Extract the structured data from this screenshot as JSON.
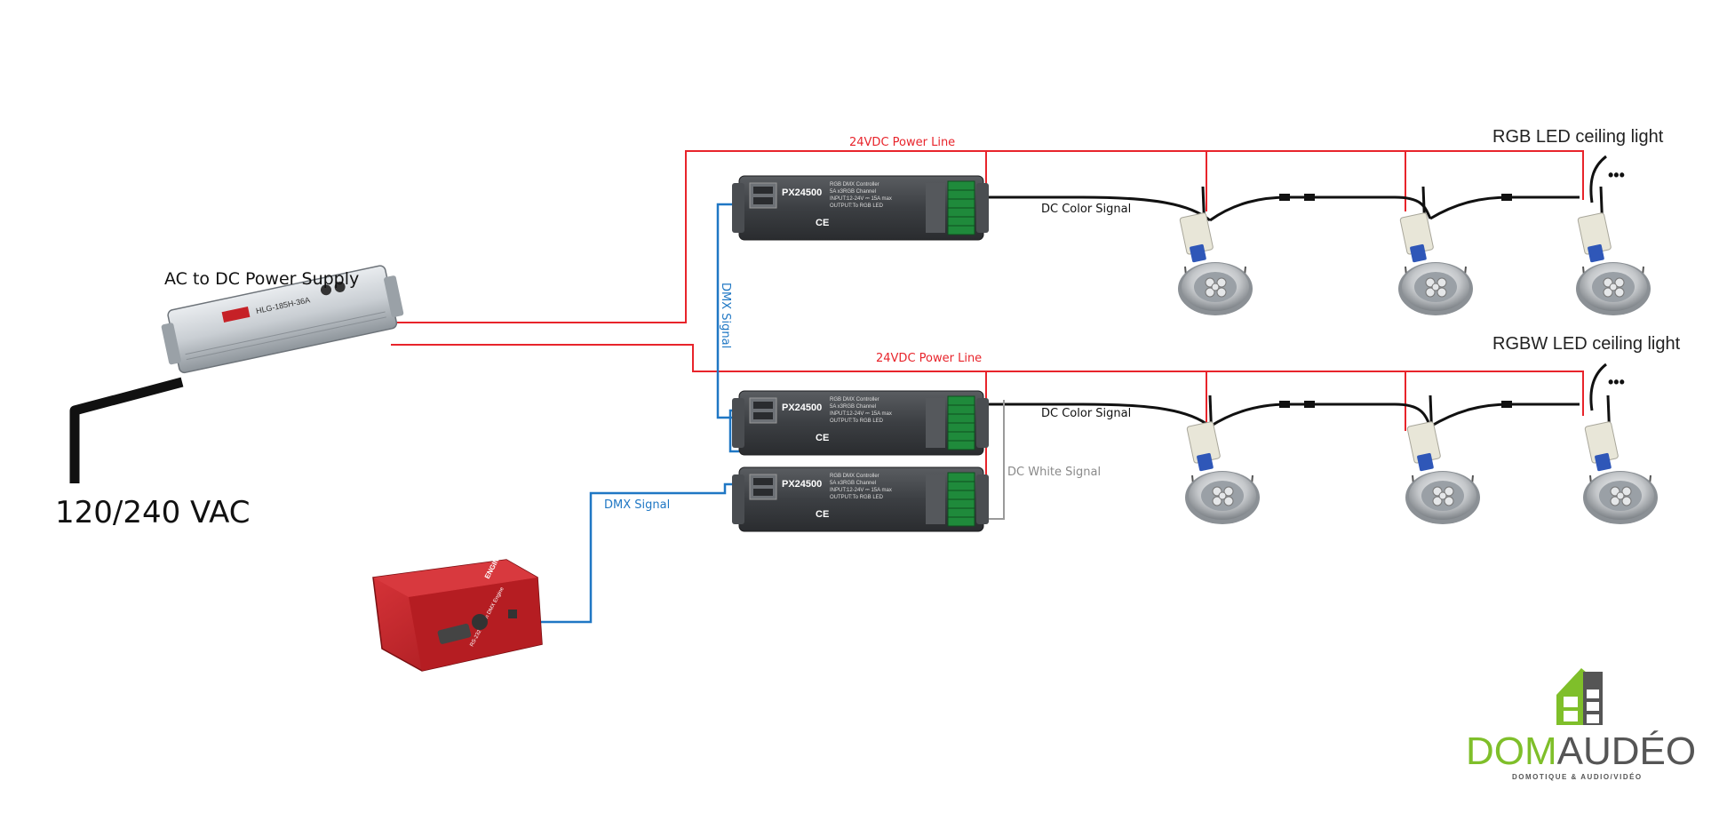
{
  "labels": {
    "psu": "AC to DC Power Supply",
    "vac": "120/240 VAC",
    "power_line_top": "24VDC Power Line",
    "power_line_bottom": "24VDC Power Line",
    "dmx_vertical": "DMX Signal",
    "dmx_bottom": "DMX Signal",
    "color_signal_top": "DC Color Signal",
    "color_signal_bottom": "DC Color Signal",
    "white_signal": "DC White Signal",
    "rgb_group": "RGB LED ceiling light",
    "rgbw_group": "RGBW LED ceiling light",
    "ellipsis_top": "•••",
    "ellipsis_bottom": "•••"
  },
  "devices": {
    "psu_badge": "HLG-185H-36A",
    "controller_model": "PX24500",
    "controller_desc": [
      "RGB DMX Controller",
      "5A x3RGB Channel",
      "INPUT:12-24V ⎓ 15A max",
      "OUTPUT:To RGB LED"
    ],
    "controller_mark": "CE",
    "dmx_engine_brand": "ENGINEERING SOLUTIONS INC",
    "dmx_engine_model": "RS-232 Driven DMX Engine"
  },
  "logo": {
    "main_green": "DOM",
    "main_gray": "AUDÉO",
    "tagline": "DOMOTIQUE & AUDIO/VIDÉO"
  },
  "colors": {
    "power": "#e8242b",
    "dmx": "#1f77c4",
    "signal": "#111111",
    "white_signal": "#9a9a9a",
    "logo_green": "#7fbf2a",
    "logo_gray": "#555555",
    "interface_red": "#c62127"
  }
}
